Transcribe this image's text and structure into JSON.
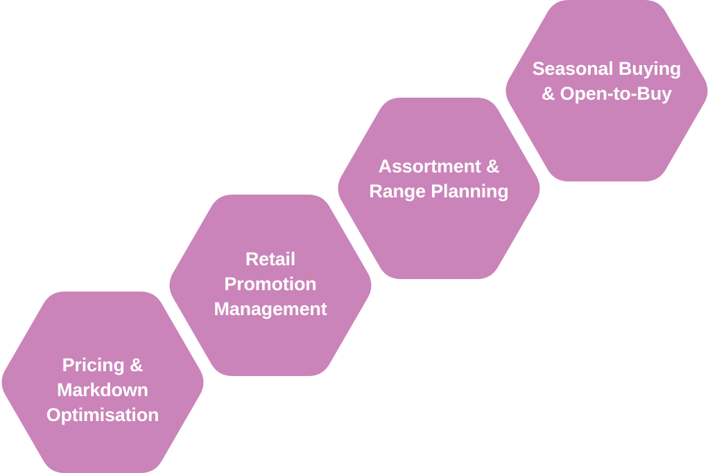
{
  "colors": {
    "hexagon_fill": "#CA84B9",
    "label_text": "#FFFFFF",
    "background": "#FFFFFF"
  },
  "steps": [
    {
      "lines": [
        "Pricing &",
        "Markdown",
        "Optimisation"
      ]
    },
    {
      "lines": [
        "Retail",
        "Promotion",
        "Management"
      ]
    },
    {
      "lines": [
        "Assortment &",
        "Range Planning"
      ]
    },
    {
      "lines": [
        "Seasonal Buying",
        "& Open-to-Buy"
      ]
    }
  ]
}
